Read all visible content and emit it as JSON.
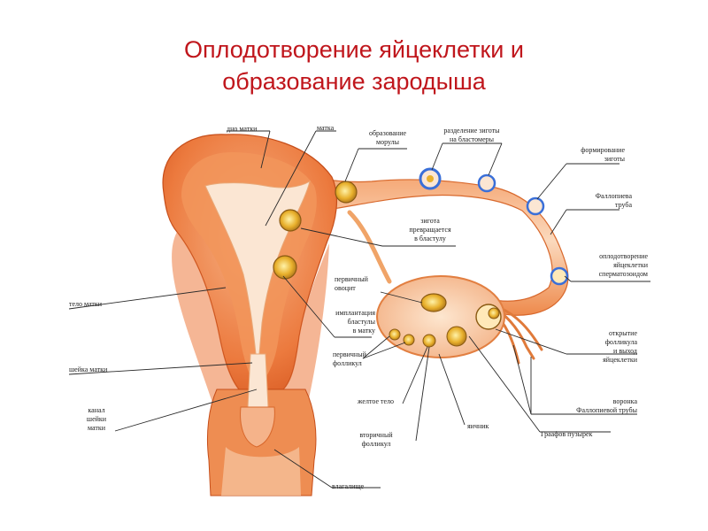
{
  "title": {
    "line1": "Оплодотворение яйцеклетки и",
    "line2": "образование зародыша"
  },
  "labels": {
    "dno_matki": "дно матки",
    "matka": "матка",
    "obrazovanie_moruly_1": "образование",
    "obrazovanie_moruly_2": "морулы",
    "razdelenie_1": "разделение зиготы",
    "razdelenie_2": "на бластомеры",
    "formirovanie_1": "формирование",
    "formirovanie_2": "зиготы",
    "fallopieva_1": "Фаллопиева",
    "fallopieva_2": "труба",
    "zigota_1": "зигота",
    "zigota_2": "превращается",
    "zigota_3": "в бластулу",
    "oplodotvorenie_1": "оплодотворение",
    "oplodotvorenie_2": "яйцеклетки",
    "oplodotvorenie_3": "сперматозоидом",
    "pervichny_ovocit_1": "первичный",
    "pervichny_ovocit_2": "овоцит",
    "implantacia_1": "имплантация",
    "implantacia_2": "бластулы",
    "implantacia_3": "в матку",
    "telo_matki": "тело матки",
    "pervichny_follikul_1": "первичный",
    "pervichny_follikul_2": "фолликул",
    "sheika_matki": "шейка матки",
    "otkrytie_1": "открытие",
    "otkrytie_2": "фолликула",
    "otkrytie_3": "и выход",
    "otkrytie_4": "яйцеклетки",
    "kanal_1": "канал",
    "kanal_2": "шейки",
    "kanal_3": "матки",
    "zheltoe_telo": "желтое тело",
    "voronka_1": "воронка",
    "voronka_2": "Фаллопиевой трубы",
    "yaichnik": "яичник",
    "graafov": "Граафов пузырек",
    "vtorichny_1": "вторичный",
    "vtorichny_2": "фолликул",
    "vlagalishe": "влагалище"
  },
  "colors": {
    "title": "#c0161c",
    "tissue_outer": "#e86a2e",
    "tissue_mid": "#f29a62",
    "tissue_light": "#f7c8a4",
    "cavity": "#fbe6d3",
    "blastomere_ring": "#3a6fd8",
    "follicle": "#e2a52a"
  }
}
